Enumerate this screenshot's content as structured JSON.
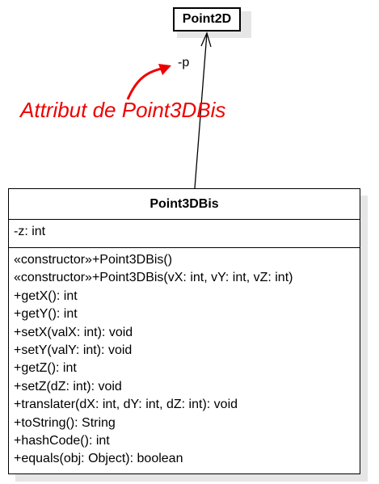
{
  "diagram": {
    "parent_class": {
      "name": "Point2D"
    },
    "association": {
      "role_label": "-p"
    },
    "annotation": {
      "text": "Attribut de Point3DBis",
      "color": "#ee0000"
    },
    "main_class": {
      "name": "Point3DBis",
      "attributes": [
        "-z: int"
      ],
      "methods": [
        "«constructor»+Point3DBis()",
        "«constructor»+Point3DBis(vX: int, vY: int, vZ: int)",
        "+getX(): int",
        "+getY(): int",
        "+setX(valX: int): void",
        "+setY(valY: int): void",
        "+getZ(): int",
        "+setZ(dZ: int): void",
        "+translater(dX: int, dY: int, dZ: int): void",
        "+toString(): String",
        "+hashCode(): int",
        "+equals(obj: Object): boolean"
      ]
    }
  }
}
